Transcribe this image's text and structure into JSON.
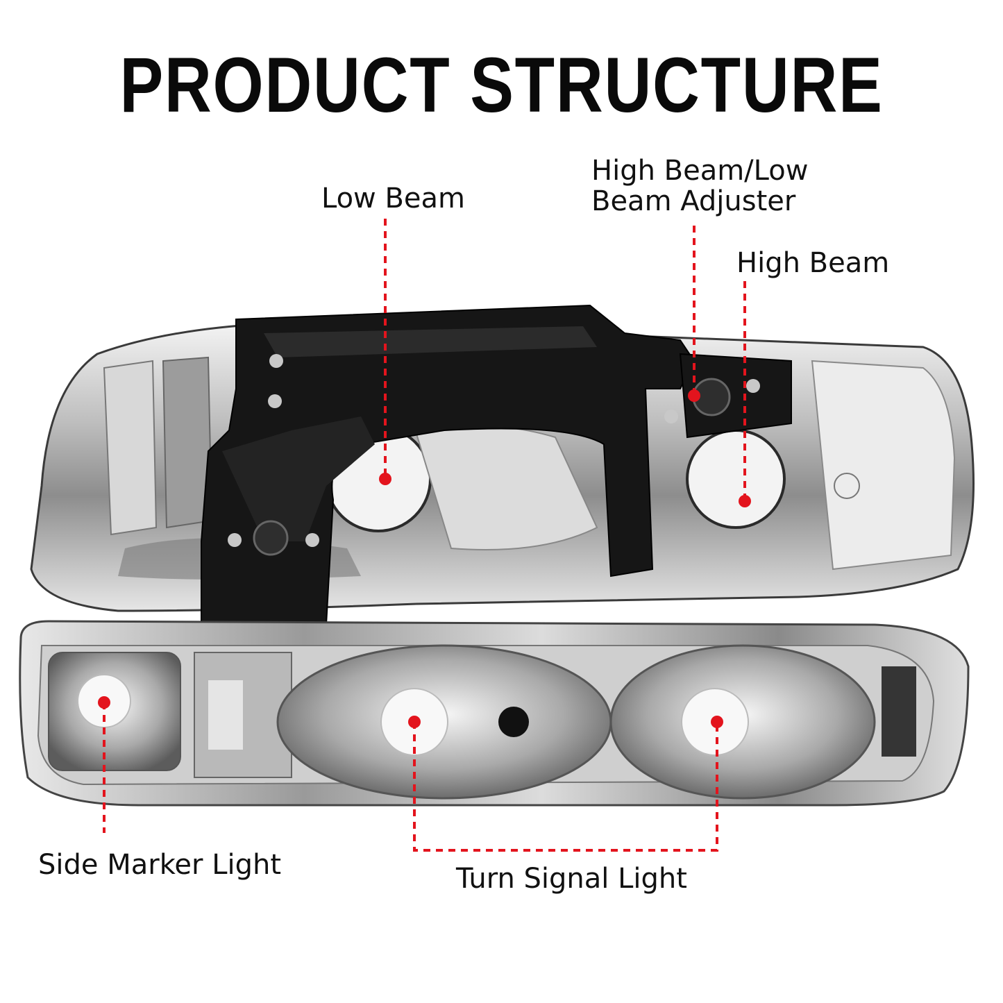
{
  "title": "PRODUCT STRUCTURE",
  "labels": {
    "low_beam": "Low Beam",
    "adjuster_line1": "High Beam/Low",
    "adjuster_line2": "Beam Adjuster",
    "high_beam": "High Beam",
    "side_marker": "Side Marker Light",
    "turn_signal": "Turn Signal Light"
  },
  "colors": {
    "marker": "#e3141d",
    "chrome": "#cfcfcf",
    "bracket": "#141414"
  }
}
